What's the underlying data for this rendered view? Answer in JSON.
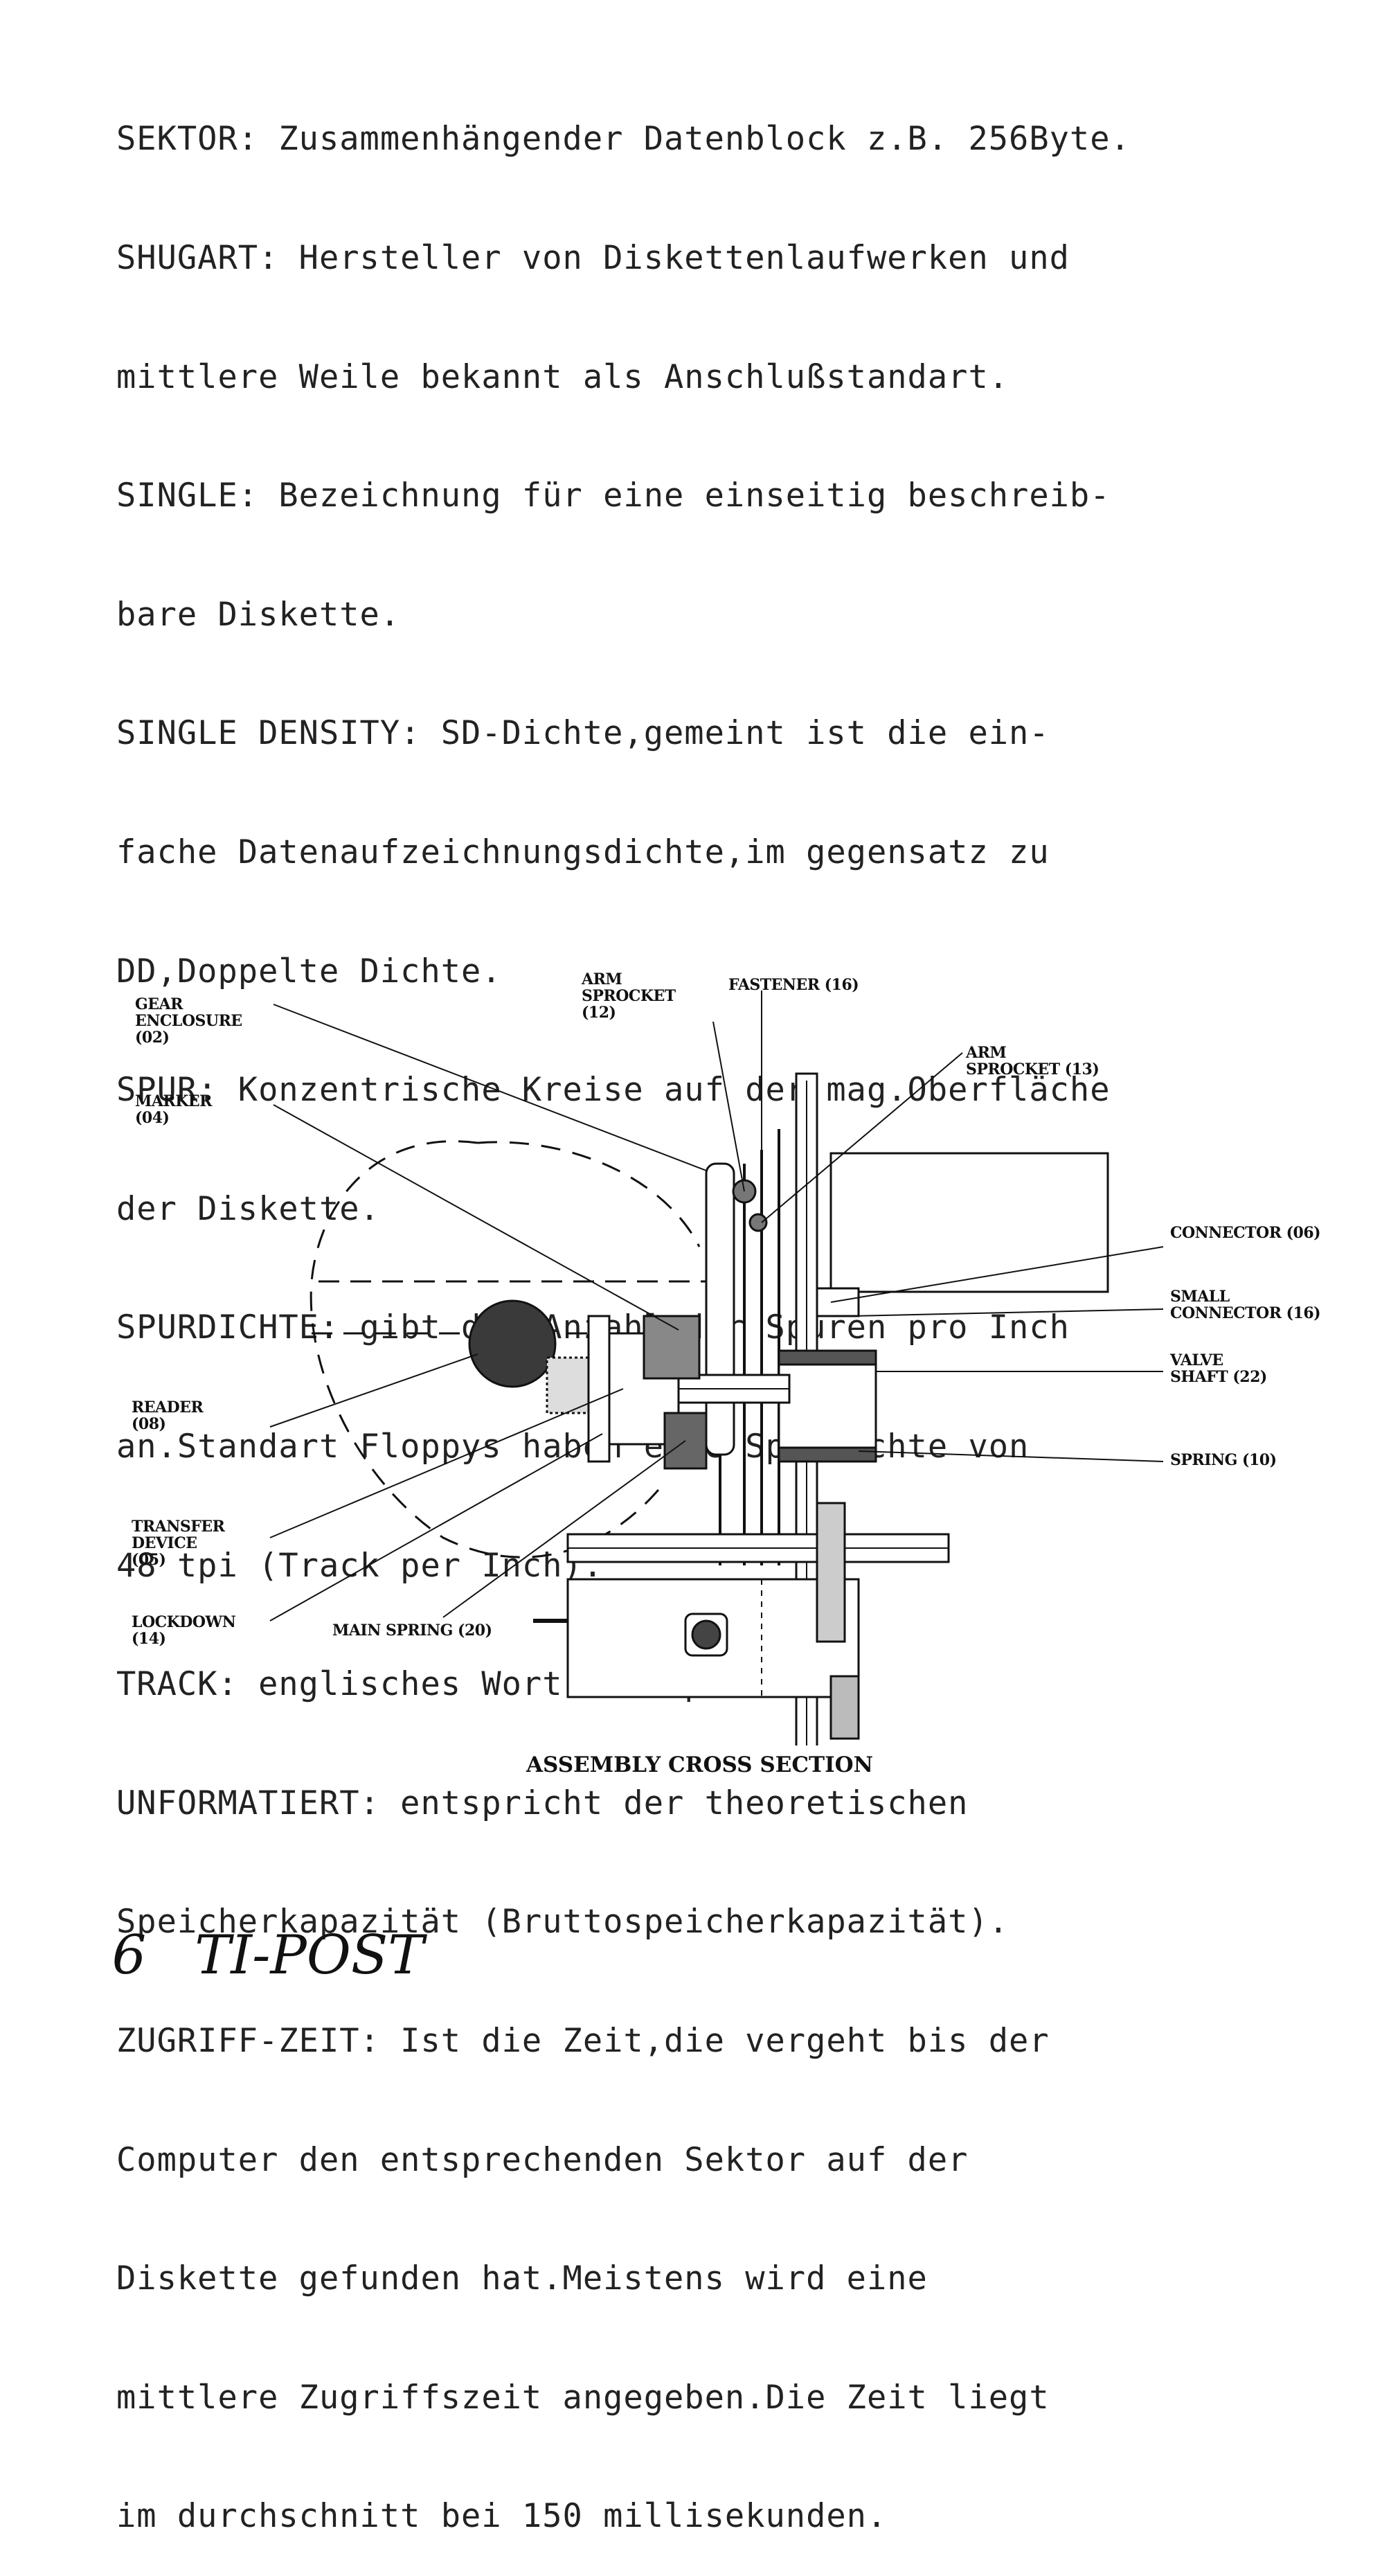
{
  "glossary": {
    "lines": [
      "SEKTOR: Zusammenhängender Datenblock z.B. 256Byte.",
      "SHUGART: Hersteller von Diskettenlaufwerken und",
      "mittlere Weile bekannt als Anschlußstandart.",
      "SINGLE: Bezeichnung für eine einseitig beschreib-",
      "bare Diskette.",
      "SINGLE DENSITY: SD-Dichte,gemeint ist die ein-",
      "fache Datenaufzeichnungsdichte,im gegensatz zu",
      "DD,Doppelte Dichte.",
      "SPUR: Konzentrische Kreise auf der mag.Oberfläche",
      "der Diskette.",
      "SPURDICHTE: gibt die Anzahl der Spuren pro Inch",
      "an.Standart Floppys haben eine Spurdichte von",
      "48 tpi (Track per Inch).",
      "TRACK: englisches Wort für Spur.",
      "UNFORMATIERT: entspricht der theoretischen",
      "Speicherkapazität (Bruttospeicherkapazität).",
      "ZUGRIFF-ZEIT: Ist die Zeit,die vergeht bis der",
      "Computer den entsprechenden Sektor auf der",
      "Diskette gefunden hat.Meistens wird eine",
      "mittlere Zugriffszeit angegeben.Die Zeit liegt",
      "im durchschnitt bei 150 millisekunden."
    ]
  },
  "diagram": {
    "labels": {
      "gear_enclosure": "GEAR\nENCLOSURE\n(02)",
      "marker": "MARKER\n(04)",
      "reader": "READER\n(08)",
      "transfer_device": "TRANSFER\nDEVICE\n(05)",
      "lockdown": "LOCKDOWN\n(14)",
      "main_spring": "MAIN SPRING (20)",
      "arm_sprocket_12": "ARM\nSPROCKET\n(12)",
      "fastener": "FASTENER (16)",
      "arm_sprocket_13": "ARM\nSPROCKET (13)",
      "connector": "CONNECTOR (06)",
      "small_connector": "SMALL\nCONNECTOR (16)",
      "valve_shaft": "VALVE\nSHAFT (22)",
      "spring": "SPRING (10)"
    },
    "caption": "ASSEMBLY CROSS SECTION"
  },
  "footer": {
    "page_number": "6",
    "publication": "TI-POST"
  }
}
